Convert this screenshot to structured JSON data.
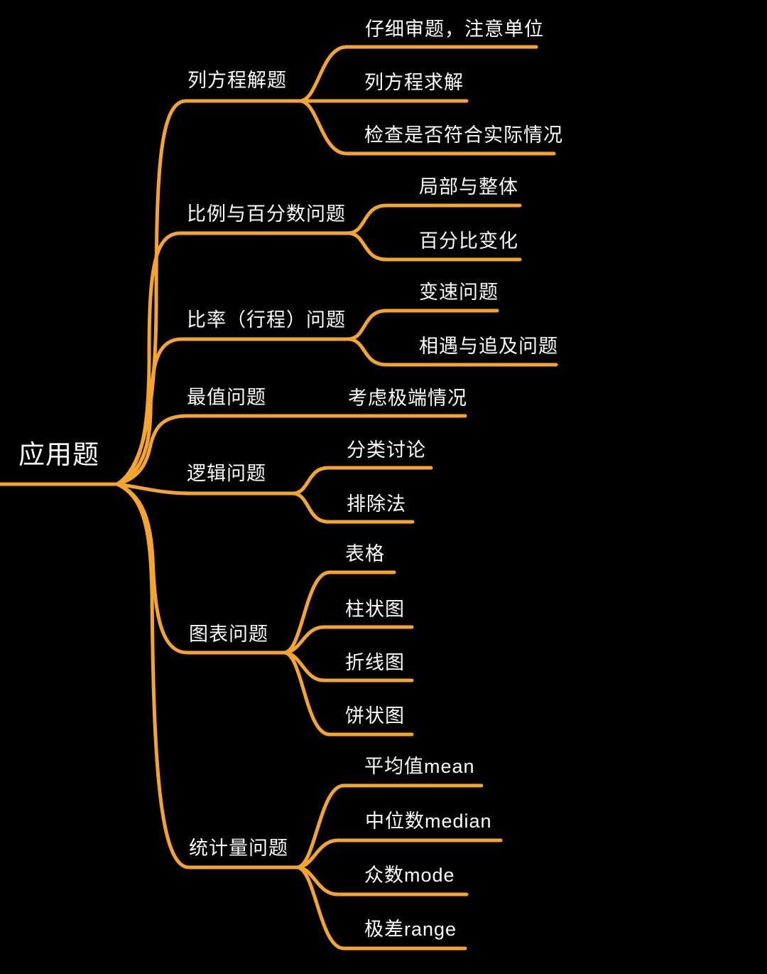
{
  "colors": {
    "background": "#000000",
    "line": "#F5A42E",
    "text": "#FFFFFF"
  },
  "root": {
    "label": "应用题"
  },
  "branches": [
    {
      "label": "列方程解题",
      "children": [
        {
          "label": "仔细审题，注意单位"
        },
        {
          "label": "列方程求解"
        },
        {
          "label": "检查是否符合实际情况"
        }
      ]
    },
    {
      "label": "比例与百分数问题",
      "children": [
        {
          "label": "局部与整体"
        },
        {
          "label": "百分比变化"
        }
      ]
    },
    {
      "label": "比率（行程）问题",
      "children": [
        {
          "label": "变速问题"
        },
        {
          "label": "相遇与追及问题"
        }
      ]
    },
    {
      "label": "最值问题",
      "children": [
        {
          "label": "考虑极端情况"
        }
      ]
    },
    {
      "label": "逻辑问题",
      "children": [
        {
          "label": "分类讨论"
        },
        {
          "label": "排除法"
        }
      ]
    },
    {
      "label": "图表问题",
      "children": [
        {
          "label": "表格"
        },
        {
          "label": "柱状图"
        },
        {
          "label": "折线图"
        },
        {
          "label": "饼状图"
        }
      ]
    },
    {
      "label": "统计量问题",
      "children": [
        {
          "label": "平均值mean"
        },
        {
          "label": "中位数median"
        },
        {
          "label": "众数mode"
        },
        {
          "label": "极差range"
        }
      ]
    }
  ]
}
